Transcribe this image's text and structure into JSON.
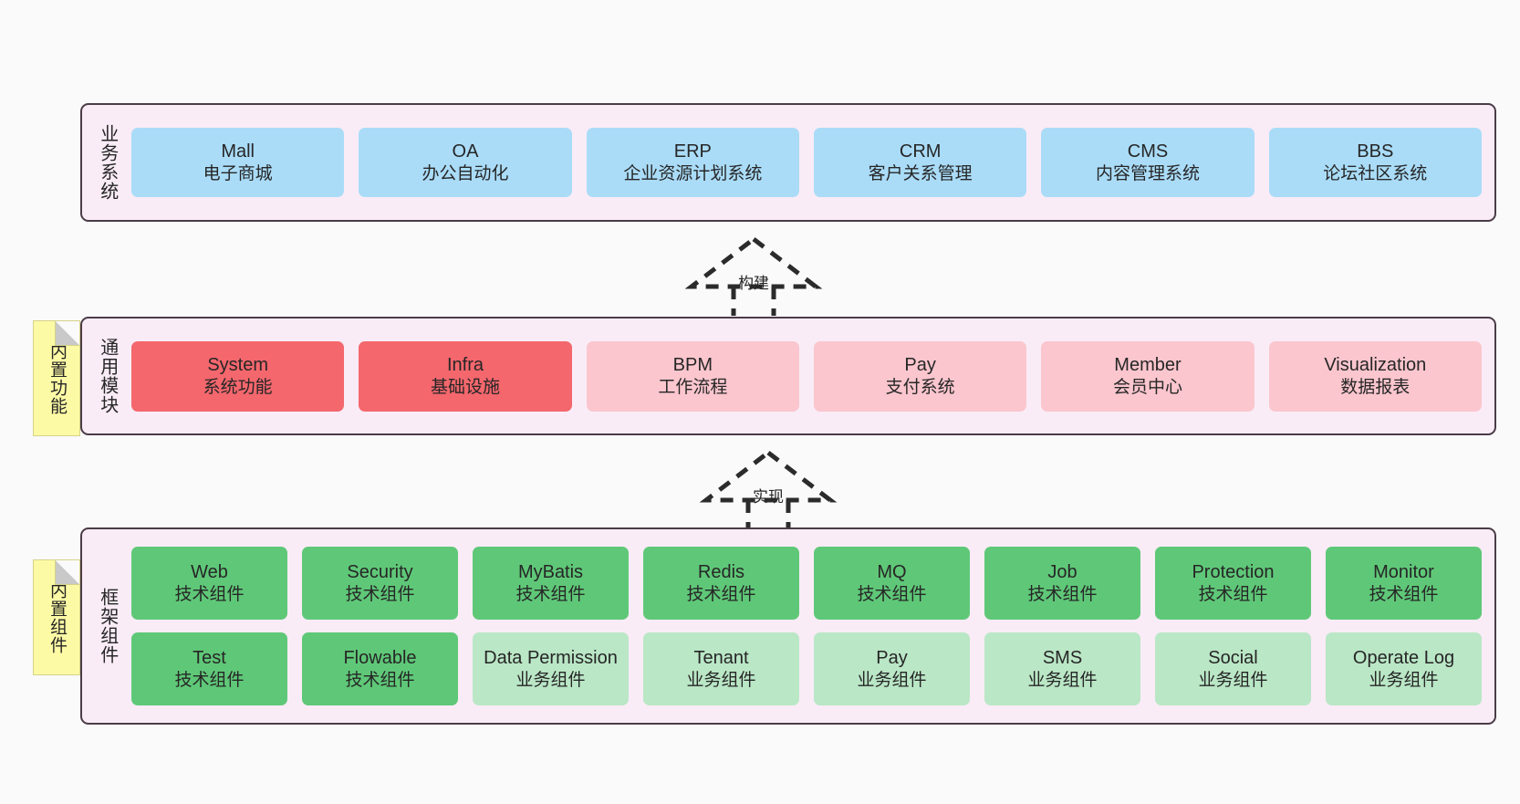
{
  "diagram": {
    "title_hidden": "",
    "colors": {
      "canvas_bg": "#fafafa",
      "layer_bg": "#f9ecf6",
      "layer_border": "#4b3c47",
      "business_box": "#aadcf8",
      "common_core_box": "#f4676d",
      "common_box": "#fbc6ce",
      "framework_tech_box": "#5fc878",
      "framework_biz_box": "#bae7c6",
      "note_bg": "#fdfaa5"
    }
  },
  "layers": {
    "business": {
      "title": "业务系统",
      "items": [
        {
          "en": "Mall",
          "cn": "电子商城"
        },
        {
          "en": "OA",
          "cn": "办公自动化"
        },
        {
          "en": "ERP",
          "cn": "企业资源计划系统"
        },
        {
          "en": "CRM",
          "cn": "客户关系管理"
        },
        {
          "en": "CMS",
          "cn": "内容管理系统"
        },
        {
          "en": "BBS",
          "cn": "论坛社区系统"
        }
      ]
    },
    "common": {
      "title": "通用模块",
      "items": [
        {
          "en": "System",
          "cn": "系统功能"
        },
        {
          "en": "Infra",
          "cn": "基础设施"
        },
        {
          "en": "BPM",
          "cn": "工作流程"
        },
        {
          "en": "Pay",
          "cn": "支付系统"
        },
        {
          "en": "Member",
          "cn": "会员中心"
        },
        {
          "en": "Visualization",
          "cn": "数据报表"
        }
      ]
    },
    "framework": {
      "title": "框架组件",
      "row1": [
        {
          "en": "Web",
          "cn": "技术组件"
        },
        {
          "en": "Security",
          "cn": "技术组件"
        },
        {
          "en": "MyBatis",
          "cn": "技术组件"
        },
        {
          "en": "Redis",
          "cn": "技术组件"
        },
        {
          "en": "MQ",
          "cn": "技术组件"
        },
        {
          "en": "Job",
          "cn": "技术组件"
        },
        {
          "en": "Protection",
          "cn": "技术组件"
        },
        {
          "en": "Monitor",
          "cn": "技术组件"
        }
      ],
      "row2": [
        {
          "en": "Test",
          "cn": "技术组件"
        },
        {
          "en": "Flowable",
          "cn": "技术组件"
        },
        {
          "en": "Data Permission",
          "cn": "业务组件"
        },
        {
          "en": "Tenant",
          "cn": "业务组件"
        },
        {
          "en": "Pay",
          "cn": "业务组件"
        },
        {
          "en": "SMS",
          "cn": "业务组件"
        },
        {
          "en": "Social",
          "cn": "业务组件"
        },
        {
          "en": "Operate Log",
          "cn": "业务组件"
        }
      ]
    }
  },
  "notes": [
    {
      "text": "内置功能"
    },
    {
      "text": "内置组件"
    }
  ],
  "arrows": [
    {
      "label": "构建"
    },
    {
      "label": "实现"
    }
  ]
}
